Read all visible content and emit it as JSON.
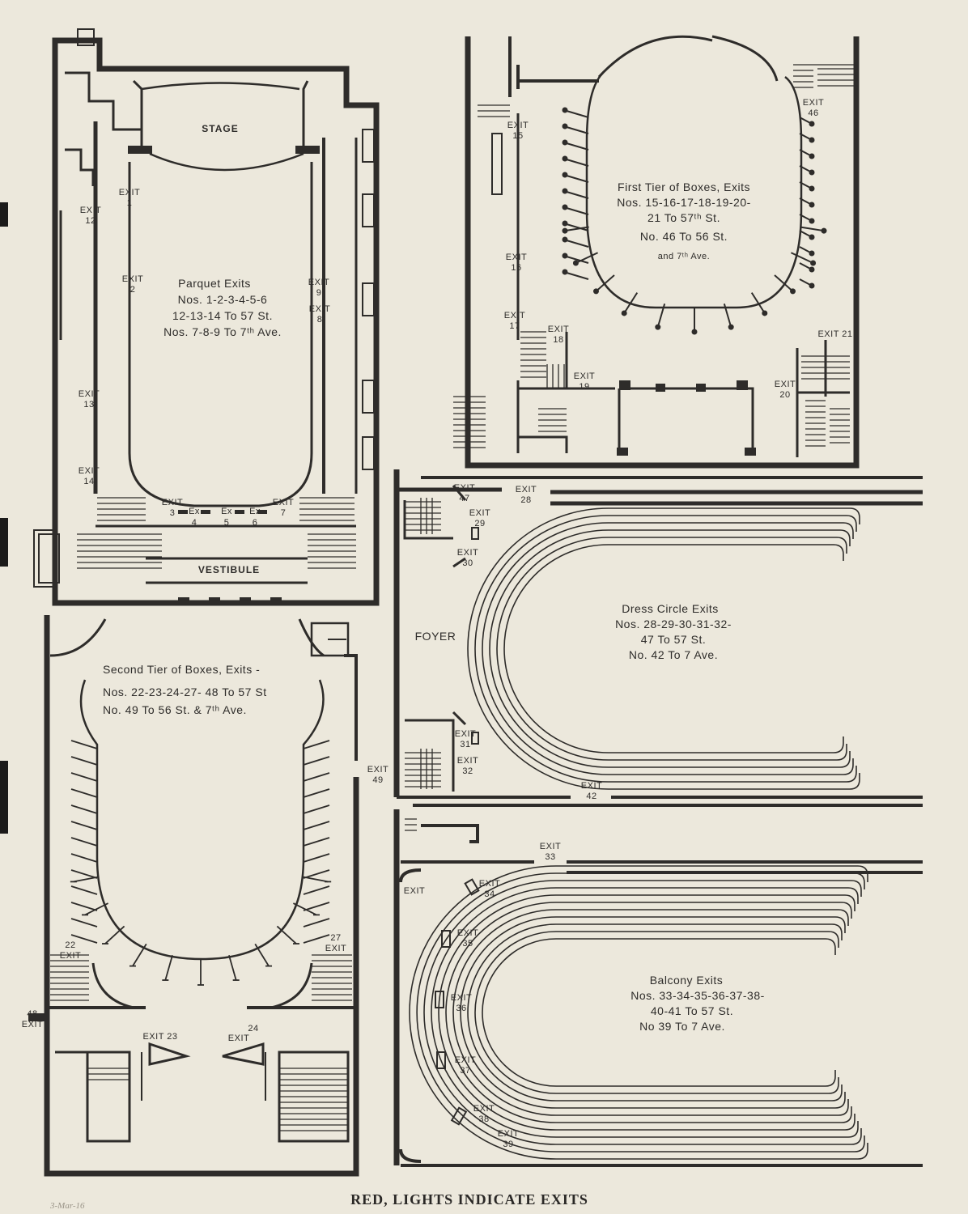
{
  "plans": {
    "parquet": {
      "title": [
        "Parquet Exits",
        "Nos. 1-2-3-4-5-6",
        "12-13-14 To 57 St.",
        "Nos. 7-8-9 To 7ᵗʰ Ave."
      ],
      "stage": "STAGE",
      "vestibule": "VESTIBULE"
    },
    "first_tier": {
      "title": [
        "First Tier of Boxes, Exits",
        "Nos. 15-16-17-18-19-20-",
        "21 To 57ᵗʰ St.",
        "No. 46 To 56 St.",
        "and 7ᵗʰ Ave."
      ]
    },
    "second_tier": {
      "title": [
        "Second Tier of Boxes, Exits -",
        "Nos. 22-23-24-27- 48 To 57 St",
        "No.  49 To 56 St. & 7ᵗʰ Ave."
      ]
    },
    "dress_circle": {
      "title": [
        "Dress Circle Exits",
        "Nos. 28-29-30-31-32-",
        "47 To 57 St.",
        "No. 42 To 7 Ave."
      ],
      "foyer": "FOYER"
    },
    "balcony": {
      "title": [
        "Balcony Exits",
        "Nos. 33-34-35-36-37-38-",
        "40-41 To 57 St.",
        "No 39 To 7 Ave."
      ]
    }
  },
  "exit_word": "EXIT",
  "ex_word": "Ex",
  "exits": {
    "e1": "1",
    "e2": "2",
    "e3": "3",
    "e4": "4",
    "e5": "5",
    "e6": "6",
    "e7": "7",
    "e8": "8",
    "e9": "9",
    "e12": "12",
    "e13": "13",
    "e14": "14",
    "e15": "15",
    "e16": "16",
    "e17": "17",
    "e18": "18",
    "e19": "19",
    "e20": "20",
    "e21": "EXIT 21",
    "e22": "22",
    "e23": "EXIT 23",
    "e24": "24",
    "e27": "27",
    "e28": "28",
    "e29": "29",
    "e30": "30",
    "e31": "31",
    "e32": "32",
    "e33": "33",
    "e34": "34",
    "e35": "35",
    "e36": "36",
    "e37": "37",
    "e38": "38",
    "e39": "39",
    "e42": "42",
    "e46": "46",
    "e47": "47",
    "e48": "48",
    "e49": "49"
  },
  "footer": "RED, LIGHTS INDICATE EXITS",
  "margin_note": "3-Mar-16"
}
